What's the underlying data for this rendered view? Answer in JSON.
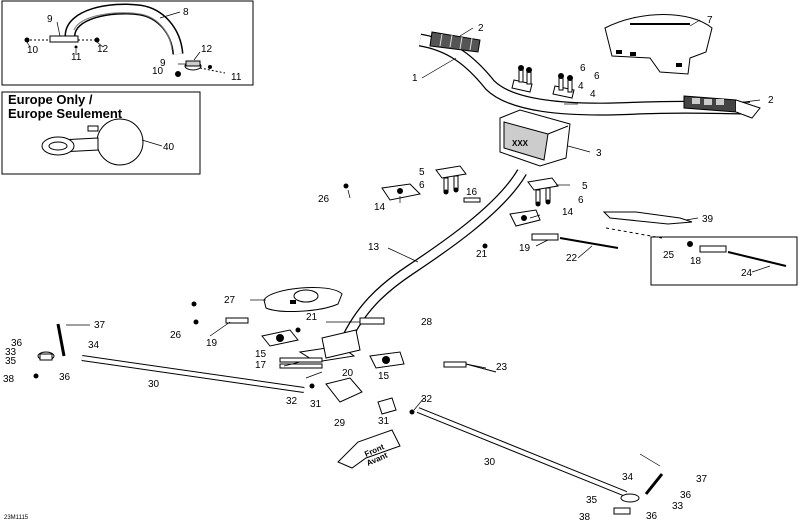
{
  "diagram": {
    "europe_box_title_line1": "Europe Only /",
    "europe_box_title_line2": "Europe Seulement",
    "front_line1": "Front",
    "front_line2": "Avant",
    "drawing_code": "23M1115",
    "callouts": [
      {
        "id": "c8",
        "text": "8"
      },
      {
        "id": "c9a",
        "text": "9"
      },
      {
        "id": "c10a",
        "text": "10"
      },
      {
        "id": "c11a",
        "text": "11"
      },
      {
        "id": "c12a",
        "text": "12"
      },
      {
        "id": "c12b",
        "text": "12"
      },
      {
        "id": "c9b",
        "text": "9"
      },
      {
        "id": "c10b",
        "text": "10"
      },
      {
        "id": "c11b",
        "text": "11"
      },
      {
        "id": "c40",
        "text": "40"
      },
      {
        "id": "c2a",
        "text": "2"
      },
      {
        "id": "c7",
        "text": "7"
      },
      {
        "id": "c1",
        "text": "1"
      },
      {
        "id": "c6a",
        "text": "6"
      },
      {
        "id": "c6b",
        "text": "6"
      },
      {
        "id": "c4a",
        "text": "4"
      },
      {
        "id": "c4b",
        "text": "4"
      },
      {
        "id": "c2b",
        "text": "2"
      },
      {
        "id": "c3",
        "text": "3"
      },
      {
        "id": "c5a",
        "text": "5"
      },
      {
        "id": "c6c",
        "text": "6"
      },
      {
        "id": "c26a",
        "text": "26"
      },
      {
        "id": "c16",
        "text": "16"
      },
      {
        "id": "c14a",
        "text": "14"
      },
      {
        "id": "c5b",
        "text": "5"
      },
      {
        "id": "c6d",
        "text": "6"
      },
      {
        "id": "c14b",
        "text": "14"
      },
      {
        "id": "c39",
        "text": "39"
      },
      {
        "id": "c13",
        "text": "13"
      },
      {
        "id": "c21a",
        "text": "21"
      },
      {
        "id": "c19a",
        "text": "19"
      },
      {
        "id": "c22",
        "text": "22"
      },
      {
        "id": "c25",
        "text": "25"
      },
      {
        "id": "c18",
        "text": "18"
      },
      {
        "id": "c24",
        "text": "24"
      },
      {
        "id": "c27",
        "text": "27"
      },
      {
        "id": "c21b",
        "text": "21"
      },
      {
        "id": "c28",
        "text": "28"
      },
      {
        "id": "c37a",
        "text": "37"
      },
      {
        "id": "c26b",
        "text": "26"
      },
      {
        "id": "c19b",
        "text": "19"
      },
      {
        "id": "c36a",
        "text": "36"
      },
      {
        "id": "c34a",
        "text": "34"
      },
      {
        "id": "c33a",
        "text": "33"
      },
      {
        "id": "c35a",
        "text": "35"
      },
      {
        "id": "c15a",
        "text": "15"
      },
      {
        "id": "c17",
        "text": "17"
      },
      {
        "id": "c23",
        "text": "23"
      },
      {
        "id": "c38a",
        "text": "38"
      },
      {
        "id": "c36b",
        "text": "36"
      },
      {
        "id": "c30a",
        "text": "30"
      },
      {
        "id": "c20",
        "text": "20"
      },
      {
        "id": "c15b",
        "text": "15"
      },
      {
        "id": "c32a",
        "text": "32"
      },
      {
        "id": "c31a",
        "text": "31"
      },
      {
        "id": "c32b",
        "text": "32"
      },
      {
        "id": "c29",
        "text": "29"
      },
      {
        "id": "c31b",
        "text": "31"
      },
      {
        "id": "c30b",
        "text": "30"
      },
      {
        "id": "c34b",
        "text": "34"
      },
      {
        "id": "c37b",
        "text": "37"
      },
      {
        "id": "c36c",
        "text": "36"
      },
      {
        "id": "c35b",
        "text": "35"
      },
      {
        "id": "c33b",
        "text": "33"
      },
      {
        "id": "c38b",
        "text": "38"
      },
      {
        "id": "c36d",
        "text": "36"
      }
    ]
  }
}
